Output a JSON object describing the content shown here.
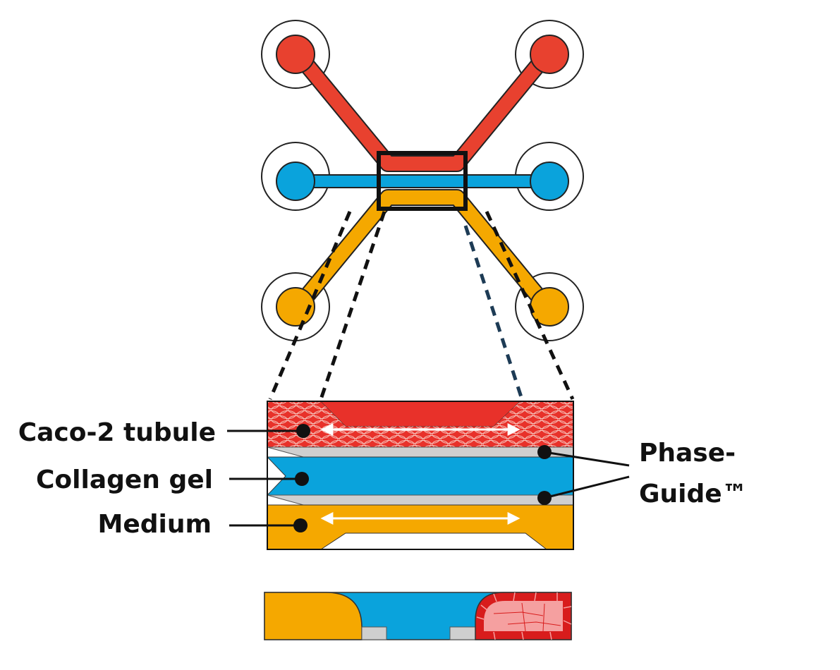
{
  "labels": {
    "caco2": "Caco-2 tubule",
    "collagen": "Collagen gel",
    "medium": "Medium",
    "phaseguide_line1": "Phase-",
    "phaseguide_line2": "Guide™"
  },
  "colors": {
    "tubule_red": "#e8412f",
    "gel_blue": "#0aa3dc",
    "medium_orange": "#f5a800",
    "phaseguide_grey": "#d0d0d0",
    "cross_section_cells": "#f5a0a0",
    "cell_outline": "#d81c1c"
  }
}
